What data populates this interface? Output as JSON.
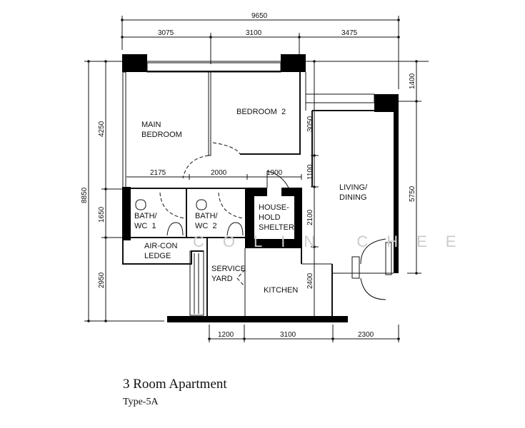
{
  "title": "3 Room Apartment",
  "subtitle": "Type-5A",
  "watermark": "COLIN CHEE",
  "rooms": {
    "main_bedroom": [
      "MAIN",
      "BEDROOM"
    ],
    "bedroom2": "BEDROOM  2",
    "living": [
      "LIVING/",
      "DINING"
    ],
    "bath1": [
      "BATH/",
      "WC  1"
    ],
    "bath2": [
      "BATH/",
      "WC  2"
    ],
    "shelter": [
      "HOUSE-",
      "HOLD",
      "SHELTER"
    ],
    "aircon": [
      "AIR-CON",
      "LEDGE"
    ],
    "service": [
      "SERVICE",
      "YARD"
    ],
    "kitchen": "KITCHEN"
  },
  "dimensions": {
    "total_width": "9650",
    "top": [
      "3075",
      "3100",
      "3475"
    ],
    "inner": [
      "2175",
      "2000",
      "1900"
    ],
    "bottom": [
      "1200",
      "3100",
      "2300"
    ],
    "left_total": "8850",
    "left": [
      "4250",
      "1650",
      "2950"
    ],
    "right_total": "5750",
    "right_top": "1400",
    "mid": [
      "3050",
      "1100",
      "2100",
      "2400"
    ]
  }
}
